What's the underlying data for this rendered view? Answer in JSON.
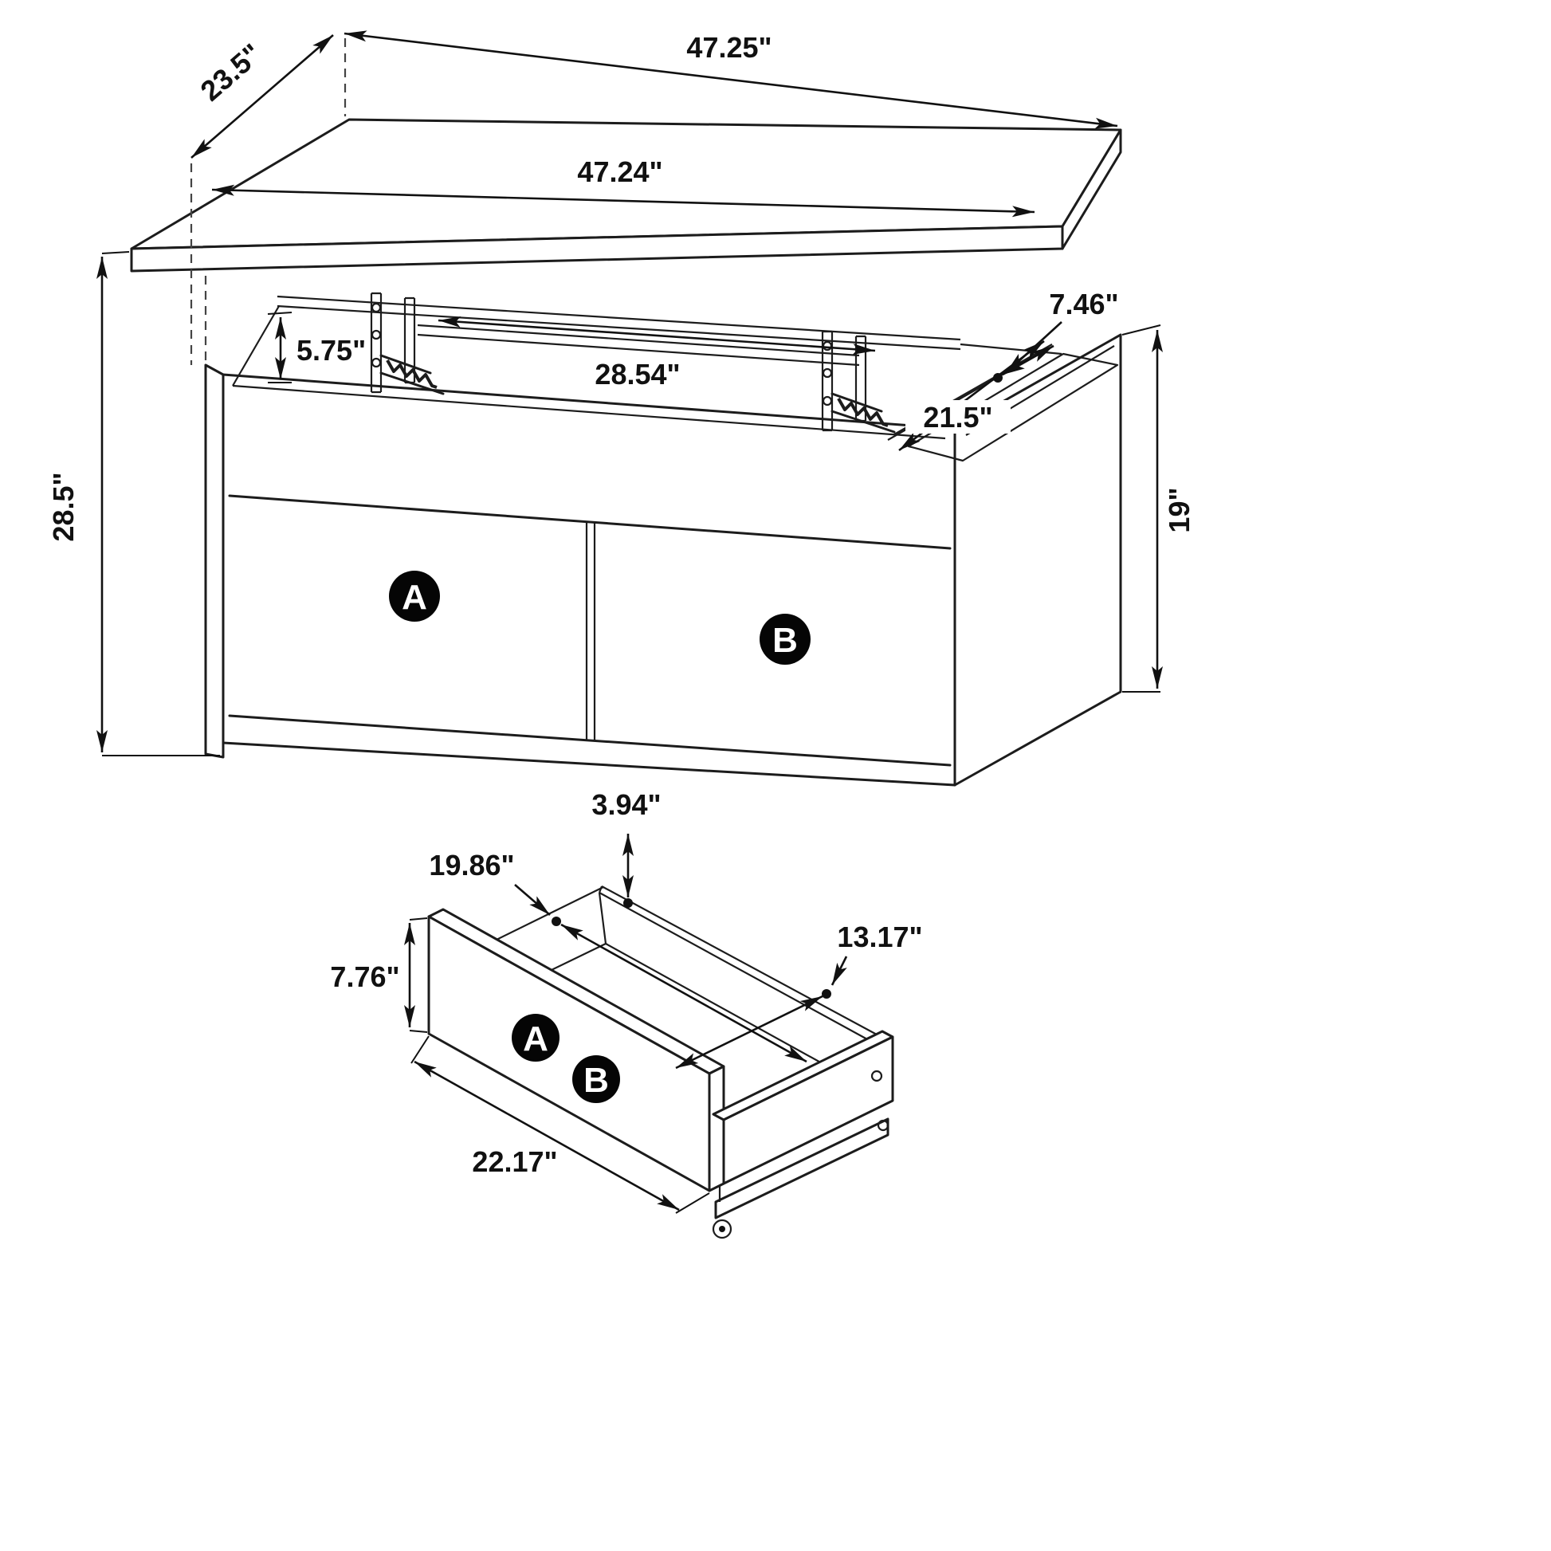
{
  "main_view": {
    "dimensions": {
      "top_length": "47.25\"",
      "top_depth": "23.5\"",
      "top_surface_length": "47.24\"",
      "overall_height": "28.5\"",
      "lift_opening_height": "5.75\"",
      "lift_compartment_length": "28.54\"",
      "side_shelf_depth": "7.46\"",
      "side_compartment_width": "21.5\"",
      "base_height": "19\""
    },
    "labels": {
      "drawer_a": "A",
      "drawer_b": "B"
    }
  },
  "drawer_view": {
    "dimensions": {
      "side_height": "3.94\"",
      "interior_length": "19.86\"",
      "interior_depth": "13.17\"",
      "front_height": "7.76\"",
      "front_width": "22.17\""
    },
    "labels": {
      "drawer_a": "A",
      "drawer_b": "B"
    }
  },
  "colors": {
    "line": "#1c1c1c",
    "background": "#ffffff",
    "label_bg": "#000000",
    "label_text": "#ffffff"
  }
}
